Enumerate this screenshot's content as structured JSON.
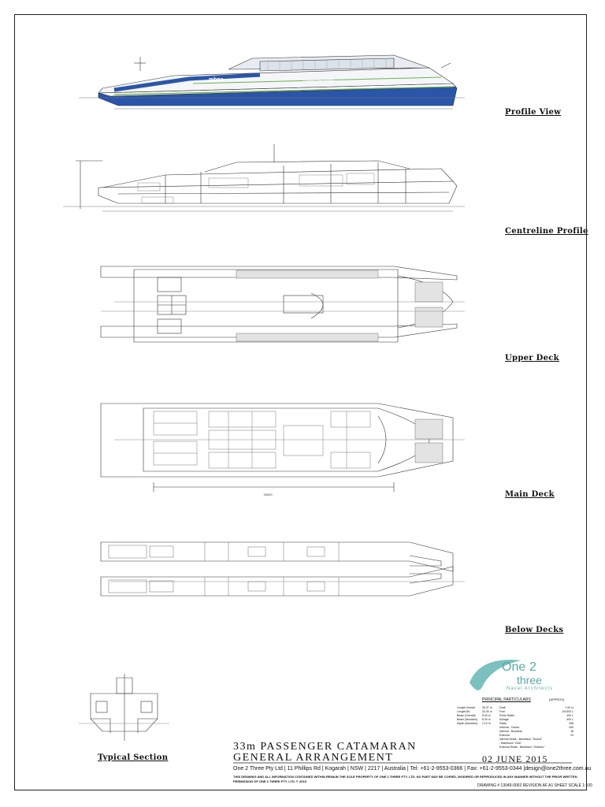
{
  "views": {
    "profile": "Profile View",
    "centreline": "Centreline Profile",
    "upper": "Upper Deck",
    "main": "Main Deck",
    "below": "Below Decks",
    "section": "Typical Section"
  },
  "title": {
    "line1": "33m PASSENGER CATAMARAN",
    "line2": "GENERAL ARRANGEMENT",
    "date": "02 JUNE 2015"
  },
  "company": {
    "address": "One 2 Three Pty Ltd | 11 Phillips Rd | Kogarah | NSW | 2217 | Australia | Tel: +61-2-9553-0366 | Fax: +61-2-9553-0344 |design@one2three.com.au",
    "disclaimer": "THIS DRAWING AND ALL INFORMATION CONTAINED WITHIN REMAIN THE SOLE PROPERTY OF ONE 2 THREE PTY. LTD. NO PART MAY BE COPIED, MODIFIED OR REPRODUCED IN ANY MANNER WITHOUT THE PRIOR WRITTEN PERMISSION OF ONE 2 THREE PTY. LTD. © 2015",
    "drawing": "DRAWING # 13049-0002 REVISION AF A1 SHEET SCALE 1:100",
    "logo": {
      "one": "One",
      "two": "2",
      "three": "three",
      "sub": "Naval Architects"
    }
  },
  "hull_livery": {
    "brand": "mbna",
    "slogan": "making life easier"
  },
  "particulars": {
    "title": "PRINCIPAL PARTICULARS",
    "rev": "(APPROX)",
    "left": [
      {
        "k": "Length Overall",
        "v": "35.37 m"
      },
      {
        "k": "Length WL",
        "v": "32.00 m"
      },
      {
        "k": "Beam (Overall)",
        "v": "8.40 m"
      },
      {
        "k": "Beam (Moulded)",
        "v": "8.30 m"
      },
      {
        "k": "Depth (Moulded)",
        "v": "2.10 m"
      }
    ],
    "right": [
      {
        "k": "Draft",
        "v": "1.00 m"
      },
      {
        "k": "Fuel",
        "v": "2x2300 L"
      },
      {
        "k": "Fresh Water",
        "v": "400 L"
      },
      {
        "k": "Sullage",
        "v": "400 L"
      },
      {
        "k": "Seats",
        "v": "398"
      },
      {
        "k": "Internal - Tourist",
        "v": "306"
      },
      {
        "k": "Internal - Business",
        "v": "18"
      },
      {
        "k": "External",
        "v": "24"
      },
      {
        "k": "Internal Seats - Bambison \"Tourist\"",
        "v": ""
      },
      {
        "k": "- Bambison \"Club\"",
        "v": ""
      },
      {
        "k": "External Seats - Bambison \"Outdoor\"",
        "v": ""
      }
    ]
  },
  "dimension": "33900",
  "colors": {
    "hull_blue": "#2a55a8",
    "stripe_green": "#6fb04a",
    "logo_teal": "#5aa8a8"
  }
}
